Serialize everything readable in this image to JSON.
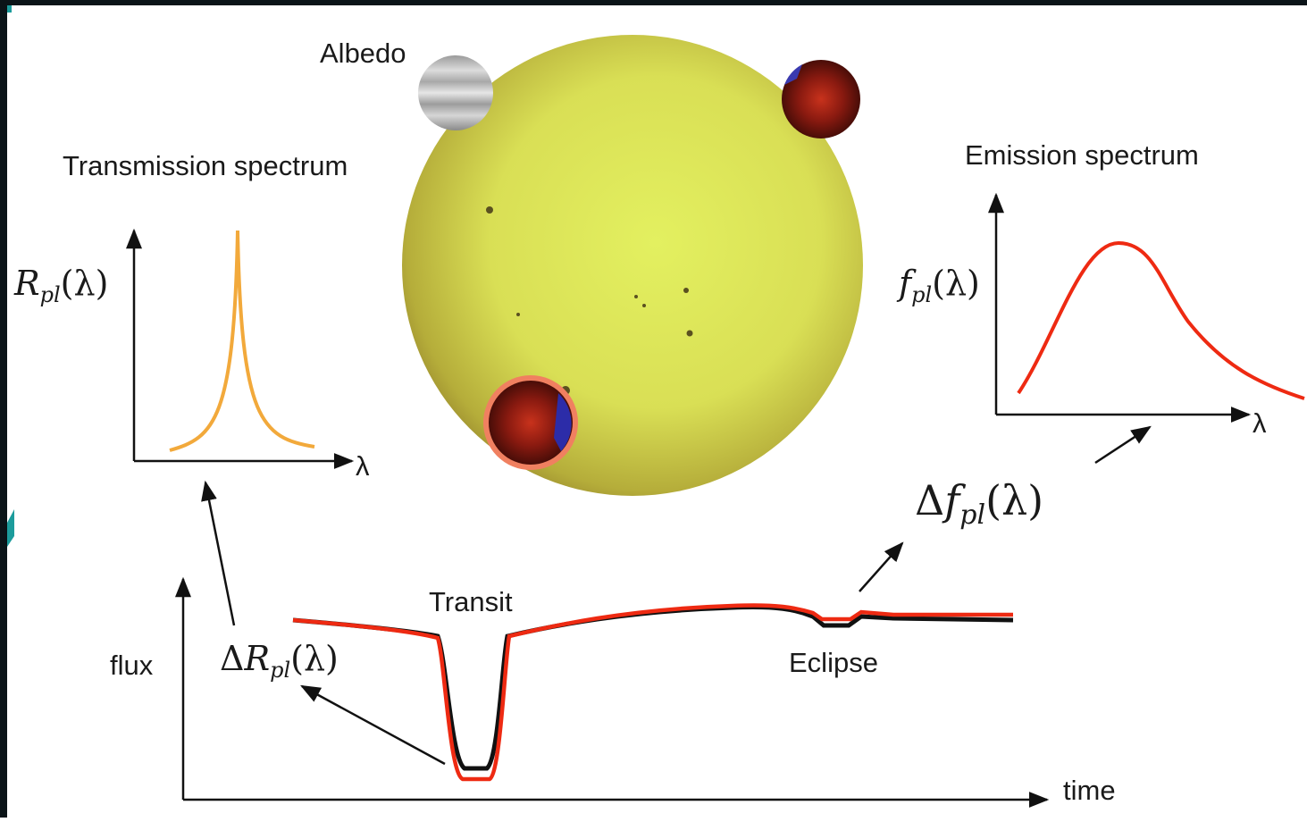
{
  "labels": {
    "albedo": "Albedo",
    "transmission": "Transmission spectrum",
    "emission": "Emission spectrum",
    "transit": "Transit",
    "eclipse": "Eclipse",
    "flux": "flux",
    "time": "time",
    "lambda": "λ"
  },
  "math": {
    "rpl": "R",
    "rpl_sub": "pl",
    "rpl_tail": "(λ)",
    "fpl": "f",
    "fpl_sub": "pl",
    "fpl_tail": "(λ)",
    "delta": "Δ"
  },
  "colors": {
    "star": "#e2e85a",
    "transmission_curve": "#f2a93b",
    "emission_curve": "#ee2a12",
    "lightcurve_red": "#ee2a12",
    "lightcurve_black": "#111111",
    "frame_dark": "#0b1418",
    "teal_accent": "#1c9c9c"
  }
}
